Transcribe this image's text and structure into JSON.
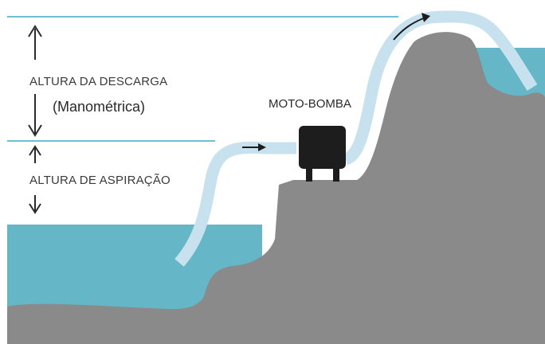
{
  "labels": {
    "discharge_height": "ALTURA DA DESCARGA",
    "manometric": "(Manométrica)",
    "pump": "MOTO-BOMBA",
    "suction_height": "ALTURA DE ASPIRAÇÃO"
  },
  "icons": [
    "arrow-up-icon",
    "arrow-down-icon",
    "flow-arrow-icon"
  ],
  "colors": {
    "water": "#65b6c6",
    "pipe": "#c7e2ee",
    "ground": "#8a8a8a",
    "level_line": "#6cc0cf",
    "pump": "#1d1d1d",
    "text": "#3a3a3a"
  }
}
